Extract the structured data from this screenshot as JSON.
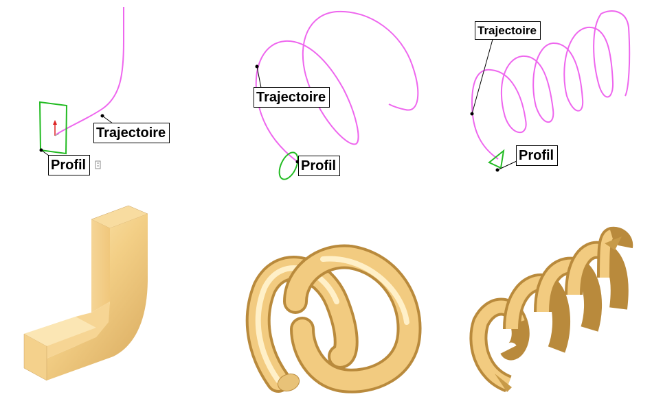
{
  "colors": {
    "trajectory": "#ee66ee",
    "profile": "#22bb22",
    "solid_light": "#fbe3a8",
    "solid_mid": "#f0c878",
    "solid_dark": "#c79a48",
    "leader": "#000000"
  },
  "panels": [
    {
      "id": "sweep-curve",
      "trajectory_label": "Trajectoire",
      "profile_label": "Profil"
    },
    {
      "id": "sweep-helix",
      "trajectory_label": "Trajectoire",
      "profile_label": "Profil"
    },
    {
      "id": "sweep-spiral",
      "trajectory_label": "Trajectoire",
      "profile_label": "Profil"
    }
  ],
  "results": [
    {
      "id": "bent-bar-solid",
      "icon": "bent-bar"
    },
    {
      "id": "round-spring-solid",
      "icon": "round-spring"
    },
    {
      "id": "triangular-spring-solid",
      "icon": "triangular-spring"
    }
  ]
}
